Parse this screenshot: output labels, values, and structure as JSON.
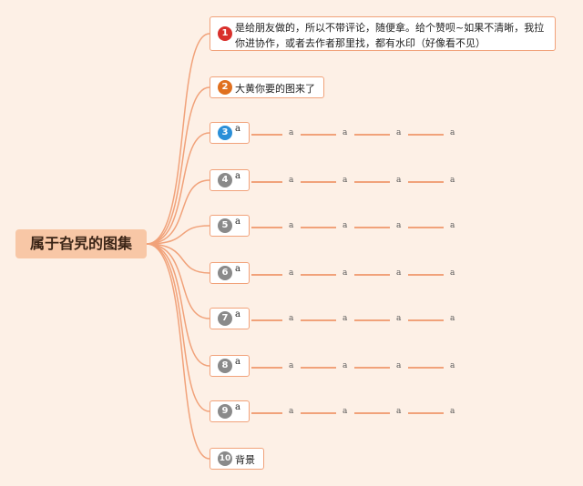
{
  "root": {
    "label": "属于旮旯的图集"
  },
  "colors": {
    "line": "#f1a27a",
    "badge_red": "#d9302c",
    "badge_orange": "#e0701f",
    "badge_blue": "#2a8fd8",
    "badge_gray": "#8a8a8a"
  },
  "nodes": [
    {
      "num": "1",
      "text": "是给朋友做的，所以不带评论，随便拿。给个赞呗~如果不清晰，我拉",
      "text2": "你进协作，或者去作者那里找，都有水印（好像看不见）",
      "badge": "red"
    },
    {
      "num": "2",
      "text": "大黄你要的图来了",
      "badge": "orange"
    },
    {
      "num": "3",
      "text": "a",
      "badge": "blue",
      "leaves": [
        "a",
        "a",
        "a",
        "a"
      ]
    },
    {
      "num": "4",
      "text": "a",
      "badge": "gray",
      "leaves": [
        "a",
        "a",
        "a",
        "a"
      ]
    },
    {
      "num": "5",
      "text": "a",
      "badge": "gray",
      "leaves": [
        "a",
        "a",
        "a",
        "a"
      ]
    },
    {
      "num": "6",
      "text": "a",
      "badge": "gray",
      "leaves": [
        "a",
        "a",
        "a",
        "a"
      ]
    },
    {
      "num": "7",
      "text": "a",
      "badge": "gray",
      "leaves": [
        "a",
        "a",
        "a",
        "a"
      ]
    },
    {
      "num": "8",
      "text": "a",
      "badge": "gray",
      "leaves": [
        "a",
        "a",
        "a",
        "a"
      ]
    },
    {
      "num": "9",
      "text": "a",
      "badge": "gray",
      "leaves": [
        "a",
        "a",
        "a",
        "a"
      ]
    },
    {
      "num": "10",
      "text": "背景",
      "badge": "gray"
    }
  ]
}
